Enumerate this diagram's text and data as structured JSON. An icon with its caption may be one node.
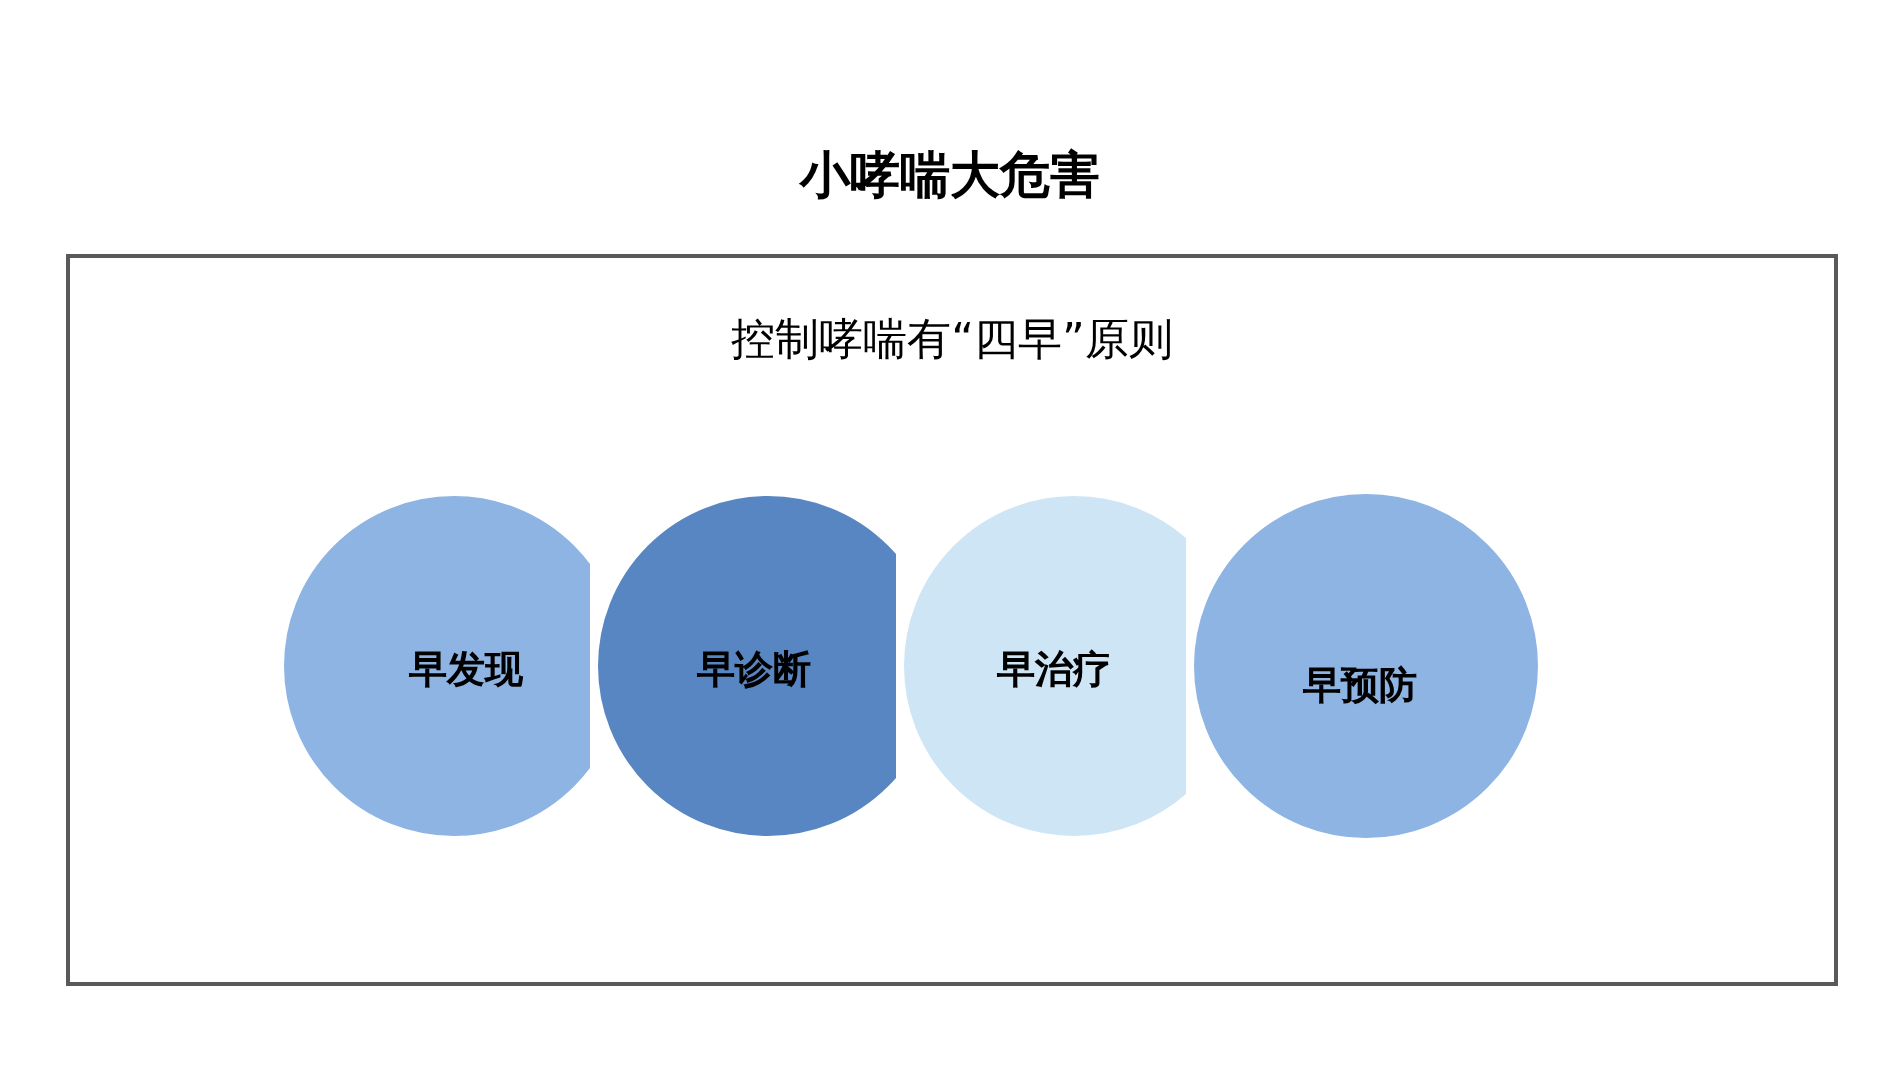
{
  "diagram": {
    "title": "小哮喘大危害",
    "nodes": [
      {
        "text": [
          "控制哮喘有“四早”原则"
        ]
      },
      {
        "text": [
          "早发现"
        ],
        "in": 0
      },
      {
        "text": [
          "早诊断"
        ],
        "in": 0
      },
      {
        "text": [
          "早治疗"
        ],
        "in": 0
      },
      {
        "text": [
          "早预防"
        ],
        "in": 0
      }
    ]
  }
}
